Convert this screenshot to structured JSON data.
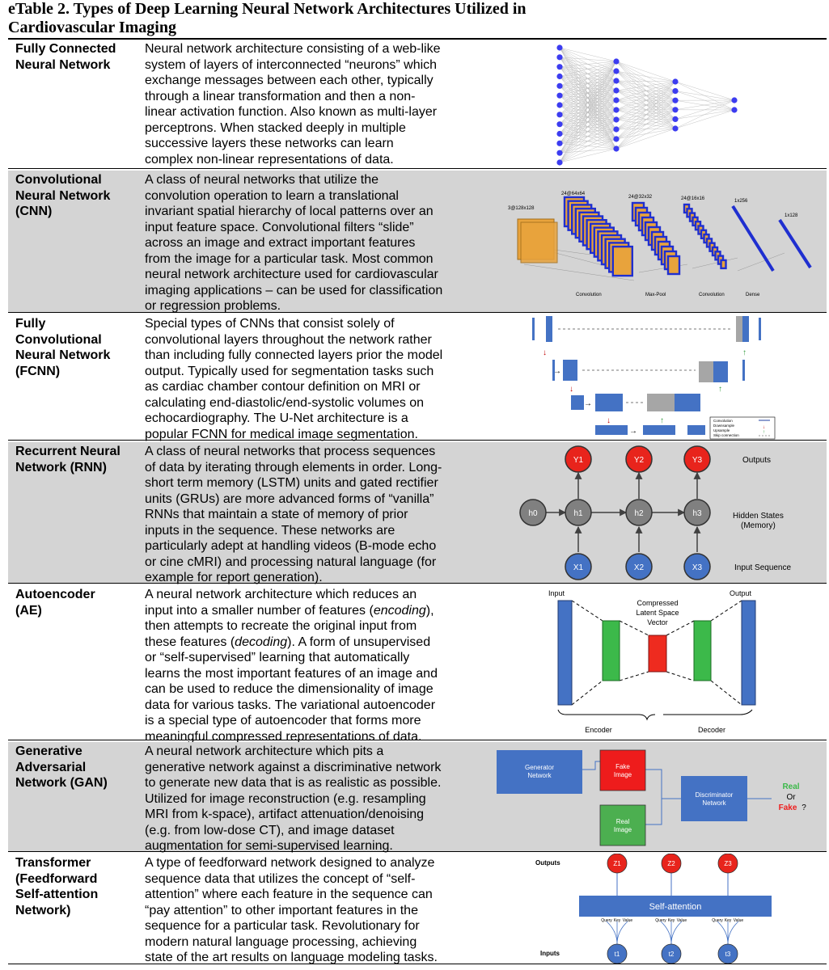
{
  "title_line1": "eTable 2. Types of Deep Learning Neural Network Architectures Utilized in",
  "title_line2": "Cardiovascular Imaging",
  "rows": [
    {
      "term_lines": [
        "Fully Connected",
        "Neural Network"
      ],
      "desc_lines": [
        "Neural network architecture consisting of a web-like",
        "system of layers of interconnected “neurons” which",
        "exchange messages between each other, typically",
        "through a linear transformation and then a non-",
        "linear activation function. Also known as multi-layer",
        "perceptrons. When stacked deeply in multiple",
        "successive layers these networks can learn",
        "complex non-linear representations of data."
      ]
    },
    {
      "term_lines": [
        "Convolutional",
        "Neural Network",
        "(CNN)"
      ],
      "desc_lines": [
        "A class of neural networks that utilize the",
        "convolution operation to learn a translational",
        "invariant spatial hierarchy of local patterns over an",
        "input feature space. Convolutional filters “slide”",
        "across an image and extract important features",
        "from the image for a particular task. Most common",
        "neural network architecture used for cardiovascular",
        "imaging applications – can be used for classification",
        "or regression problems."
      ],
      "fig": {
        "labels_top": [
          "3@128x128",
          "24@64x64",
          "24@32x32",
          "24@16x16",
          "1x256",
          "1x128"
        ],
        "labels_bottom": [
          "Convolution",
          "Max-Pool",
          "Convolution",
          "Dense"
        ]
      }
    },
    {
      "term_lines": [
        "Fully",
        "Convolutional",
        "Neural Network",
        "(FCNN)"
      ],
      "desc_lines": [
        "Special types of CNNs that consist solely of",
        "convolutional layers throughout the network rather",
        "than including fully connected layers prior the model",
        "output. Typically used for segmentation tasks such",
        "as cardiac chamber contour definition on MRI or",
        "calculating end-diastolic/end-systolic volumes on",
        "echocardiography. The U-Net architecture is a",
        "popular FCNN for medical image segmentation."
      ],
      "fig": {
        "legend": [
          "Convolution",
          "Downsample",
          "Upsample",
          "Skip connection"
        ]
      }
    },
    {
      "term_lines": [
        "Recurrent Neural",
        "Network (RNN)"
      ],
      "desc_lines": [
        "A class of neural networks that process sequences",
        "of data by iterating through elements in order. Long-",
        "short term memory (LSTM) units and gated rectifier",
        "units (GRUs) are more advanced forms of “vanilla”",
        "RNNs that maintain a state of memory of prior",
        "inputs in the sequence. These networks are",
        "particularly adept at handling videos (B-mode echo",
        "or cine cMRI) and processing natural language (for",
        "example for report generation)."
      ],
      "fig": {
        "outputs": [
          "Y1",
          "Y2",
          "Y3"
        ],
        "hidden": [
          "h0",
          "h1",
          "h2",
          "h3"
        ],
        "inputs": [
          "X1",
          "X2",
          "X3"
        ],
        "label_outputs": "Outputs",
        "label_hidden_1": "Hidden States",
        "label_hidden_2": "(Memory)",
        "label_inputs": "Input Sequence"
      }
    },
    {
      "term_lines": [
        "Autoencoder",
        "(AE)"
      ],
      "desc_lines": [
        "A neural network architecture which reduces an",
        "input into a smaller number of features (<i>encoding</i>),",
        "then attempts to recreate the original input from",
        "these features (<i>decoding</i>). A form of unsupervised",
        "or “self-supervised” learning that automatically",
        "learns the most important features of an image and",
        "can be used to reduce the dimensionality of image",
        "data for various tasks. The variational autoencoder",
        "is a special type of autoencoder that forms more",
        "meaningful compressed representations of data."
      ],
      "fig": {
        "input": "Input",
        "output": "Output",
        "latent": [
          "Compressed",
          "Latent Space",
          "Vector"
        ],
        "encoder": "Encoder",
        "decoder": "Decoder"
      }
    },
    {
      "term_lines": [
        "Generative",
        "Adversarial",
        "Network (GAN)"
      ],
      "desc_lines": [
        "A neural network architecture which pits a",
        "generative network against a discriminative network",
        "to generate new data that is as realistic as possible.",
        "Utilized for image reconstruction (e.g. resampling",
        "MRI from k-space), artifact attenuation/denoising",
        "(e.g. from low-dose CT), and image dataset",
        "augmentation for semi-supervised learning."
      ],
      "fig": {
        "generator": [
          "Generator",
          "Network"
        ],
        "fake": [
          "Fake",
          "Image"
        ],
        "real": [
          "Real",
          "Image"
        ],
        "discriminator": [
          "Discriminator",
          "Network"
        ],
        "verdict_real": "Real",
        "verdict_or": "Or",
        "verdict_fake": "Fake",
        "verdict_q": "?"
      }
    },
    {
      "term_lines": [
        "Transformer",
        "(Feedforward",
        "Self-attention",
        "Network)"
      ],
      "desc_lines": [
        "A type of feedforward network designed to analyze",
        "sequence data that utilizes the concept of “self-",
        "attention” where each feature in the sequence can",
        "“pay attention” to other important features in the",
        "sequence for a particular task. Revolutionary for",
        "modern natural language processing, achieving",
        "state of the art results on language modeling tasks."
      ],
      "fig": {
        "outputs_label": "Outputs",
        "inputs_label": "Inputs",
        "outputs": [
          "Z1",
          "Z2",
          "Z3"
        ],
        "inputs": [
          "t1",
          "t2",
          "t3"
        ],
        "block": "Self-attention",
        "qkv": [
          "Query",
          "Key",
          "Value"
        ]
      }
    }
  ],
  "colors": {
    "shade": "#d4d4d4",
    "node_blue": "#3c3cf0",
    "rnn_red": "#e8241c",
    "rnn_blue": "#4472c4",
    "rnn_gray": "#808080",
    "ae_green": "#3cb94a",
    "gan_blue": "#4472c4",
    "gan_red": "#ee1c1c",
    "gan_green": "#4caf50"
  }
}
